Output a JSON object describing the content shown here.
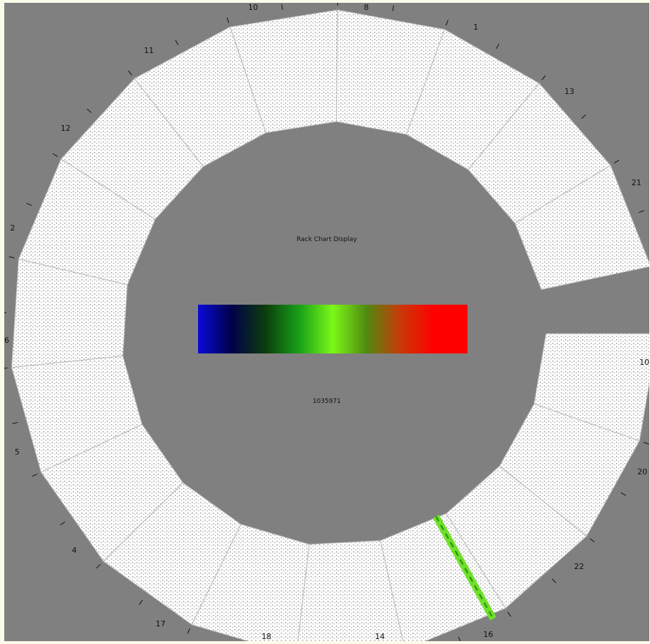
{
  "display": {
    "title": "Rack Chart Display",
    "status_code": "1035971"
  },
  "sectors": [
    {
      "label": "10",
      "outer": true
    },
    {
      "label": "20",
      "outer": true
    },
    {
      "label": "22",
      "outer": true
    },
    {
      "label": "16",
      "outer": true
    },
    {
      "label": "14",
      "outer": true
    },
    {
      "label": "18",
      "outer": true
    },
    {
      "label": "17",
      "outer": true
    },
    {
      "label": "4",
      "outer": true
    },
    {
      "label": "5",
      "outer": true
    },
    {
      "label": "6",
      "outer": true
    },
    {
      "label": "2",
      "outer": true
    },
    {
      "label": "12",
      "outer": true
    },
    {
      "label": "11",
      "outer": true
    },
    {
      "label": "10",
      "outer": true
    },
    {
      "label": "8",
      "outer": true
    },
    {
      "label": "1",
      "outer": true
    },
    {
      "label": "13",
      "outer": true
    },
    {
      "label": "21",
      "outer": true
    }
  ],
  "colors": {
    "background": "#808080",
    "ring": "#ffffff",
    "marker": "#6fe02a",
    "colorbar_stops": [
      "#0a0ad8",
      "#00004a",
      "#0c3d0c",
      "#18a018",
      "#7cf818",
      "#4f8a10",
      "#c83a08",
      "#ff0000",
      "#ff0000"
    ]
  }
}
